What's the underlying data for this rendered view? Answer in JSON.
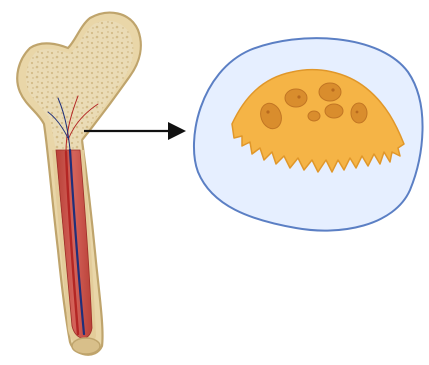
{
  "colors": {
    "background": "#ffffff",
    "bone_shaft": "#eadbb5",
    "bone_outline": "#c9b483",
    "spongy_bone": "#d9c396",
    "marrow_red": "#c9534a",
    "marrow_dark": "#a6322e",
    "artery": "#b32624",
    "vein": "#1f2f7a",
    "arrow": "#111111",
    "cell_halo_fill": "#e6efff",
    "cell_halo_stroke": "#5b7fc4",
    "cell_cytoplasm": "#f5b446",
    "cell_cytoplasm_edge": "#e0972a",
    "cell_nucleus": "#d98d2d"
  },
  "diagram": {
    "left": {
      "subject": "femur-long-bone",
      "shows": [
        "spongy-bone",
        "bone-marrow-cavity",
        "blood-vessels"
      ]
    },
    "connector": {
      "type": "arrow",
      "direction": "right"
    },
    "right": {
      "subject": "osteoclast-cell",
      "nuclei_count": 6,
      "has_ruffled_border": true
    }
  }
}
